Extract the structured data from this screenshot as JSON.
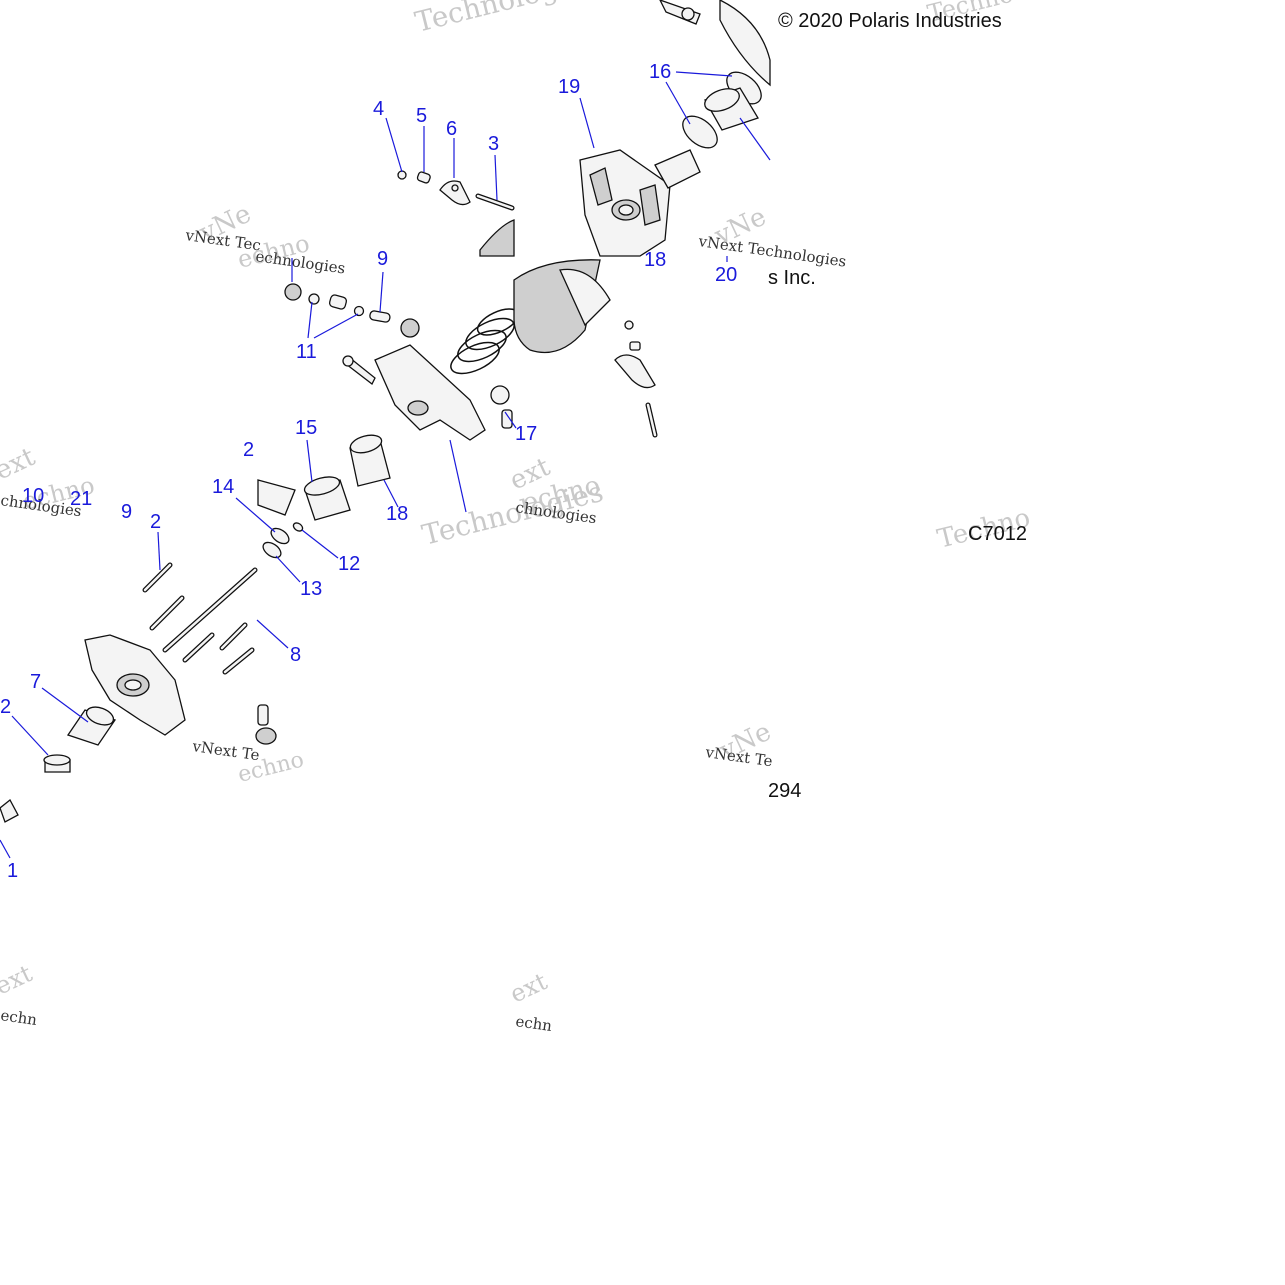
{
  "copyright": "© 2020 Polaris Industries",
  "company_fragment": "s Inc.",
  "figure_code": "C7012",
  "page_code_fragment": "294",
  "watermarks": {
    "brand_outline": "Technologies",
    "brand_small_a": "vNext Tec",
    "brand_small_b": "vNext Technologies",
    "brand_small_c": "echnologies",
    "brand_small_d": "chnologies",
    "brand_small_e": "vNext Te",
    "brand_small_f": "vNext Te",
    "brand_frag_1": "ext",
    "brand_frag_2": "Techno",
    "brand_frag_3": "echn",
    "brand_frag_4": "Techno",
    "brand_frag_5": "vNe",
    "brand_frag_6": "echno"
  },
  "callouts": {
    "c4": "4",
    "c5": "5",
    "c6": "6",
    "c3": "3",
    "c19": "19",
    "c16": "16",
    "c9a": "9",
    "c11": "11",
    "c18a": "18",
    "c20": "20",
    "c17": "17",
    "c15": "15",
    "c2a": "2",
    "c14": "14",
    "c10": "10",
    "c21": "21",
    "c9b": "9",
    "c2b": "2",
    "c12": "12",
    "c13": "13",
    "c18b": "18",
    "c8": "8",
    "c7": "7",
    "c2c": "2",
    "c1": "1"
  },
  "colors": {
    "callout": "#1a1adb",
    "watermark": "#c9c9c9",
    "line": "#111111"
  }
}
